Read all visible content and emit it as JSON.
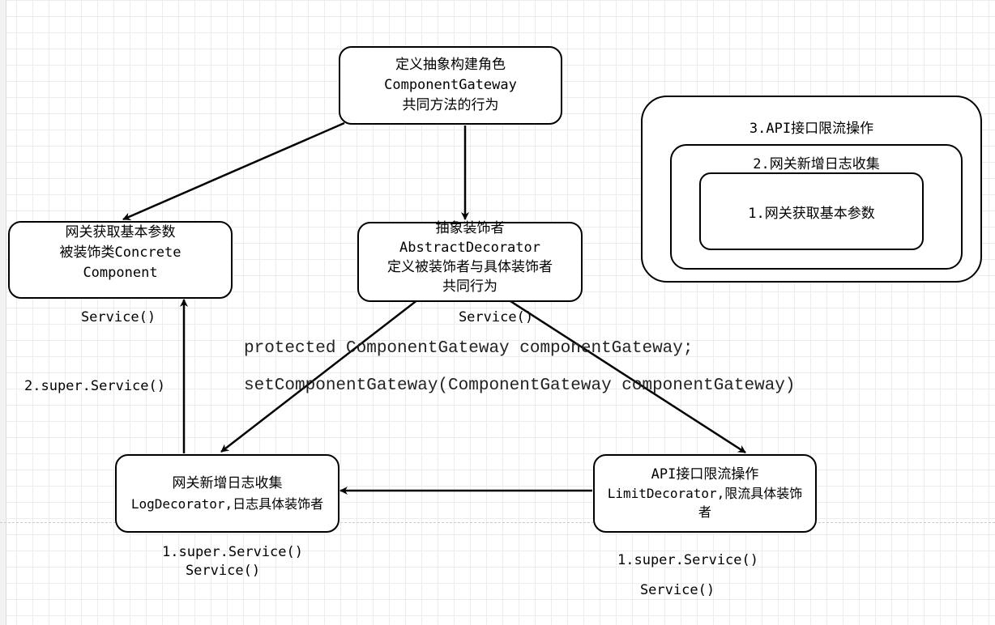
{
  "boxes": {
    "component_gateway": [
      "定义抽象构建角色",
      "ComponentGateway",
      "共同方法的行为"
    ],
    "concrete_component": [
      "网关获取基本参数",
      "被装饰类Concrete",
      "Component"
    ],
    "abstract_decorator": [
      "抽象装饰者",
      "AbstractDecorator",
      "定义被装饰者与具体装饰者",
      "共同行为"
    ],
    "log_decorator": [
      "网关新增日志收集",
      "LogDecorator,日志具体装饰者"
    ],
    "limit_decorator": [
      "API接口限流操作",
      "LimitDecorator,限流具体装饰",
      "者"
    ]
  },
  "nested": {
    "outer": "3.API接口限流操作",
    "middle": "2.网关新增日志收集",
    "inner": "1.网关获取基本参数"
  },
  "labels": {
    "concrete_service": "Service()",
    "abstract_service": "Service()",
    "super_service_2": "2.super.Service()",
    "log_super": "1.super.Service()",
    "log_service": "Service()",
    "limit_super": "1.super.Service()",
    "limit_service": "Service()"
  },
  "code": {
    "field": "protected ComponentGateway componentGateway;",
    "setter": "setComponentGateway(ComponentGateway componentGateway)"
  }
}
